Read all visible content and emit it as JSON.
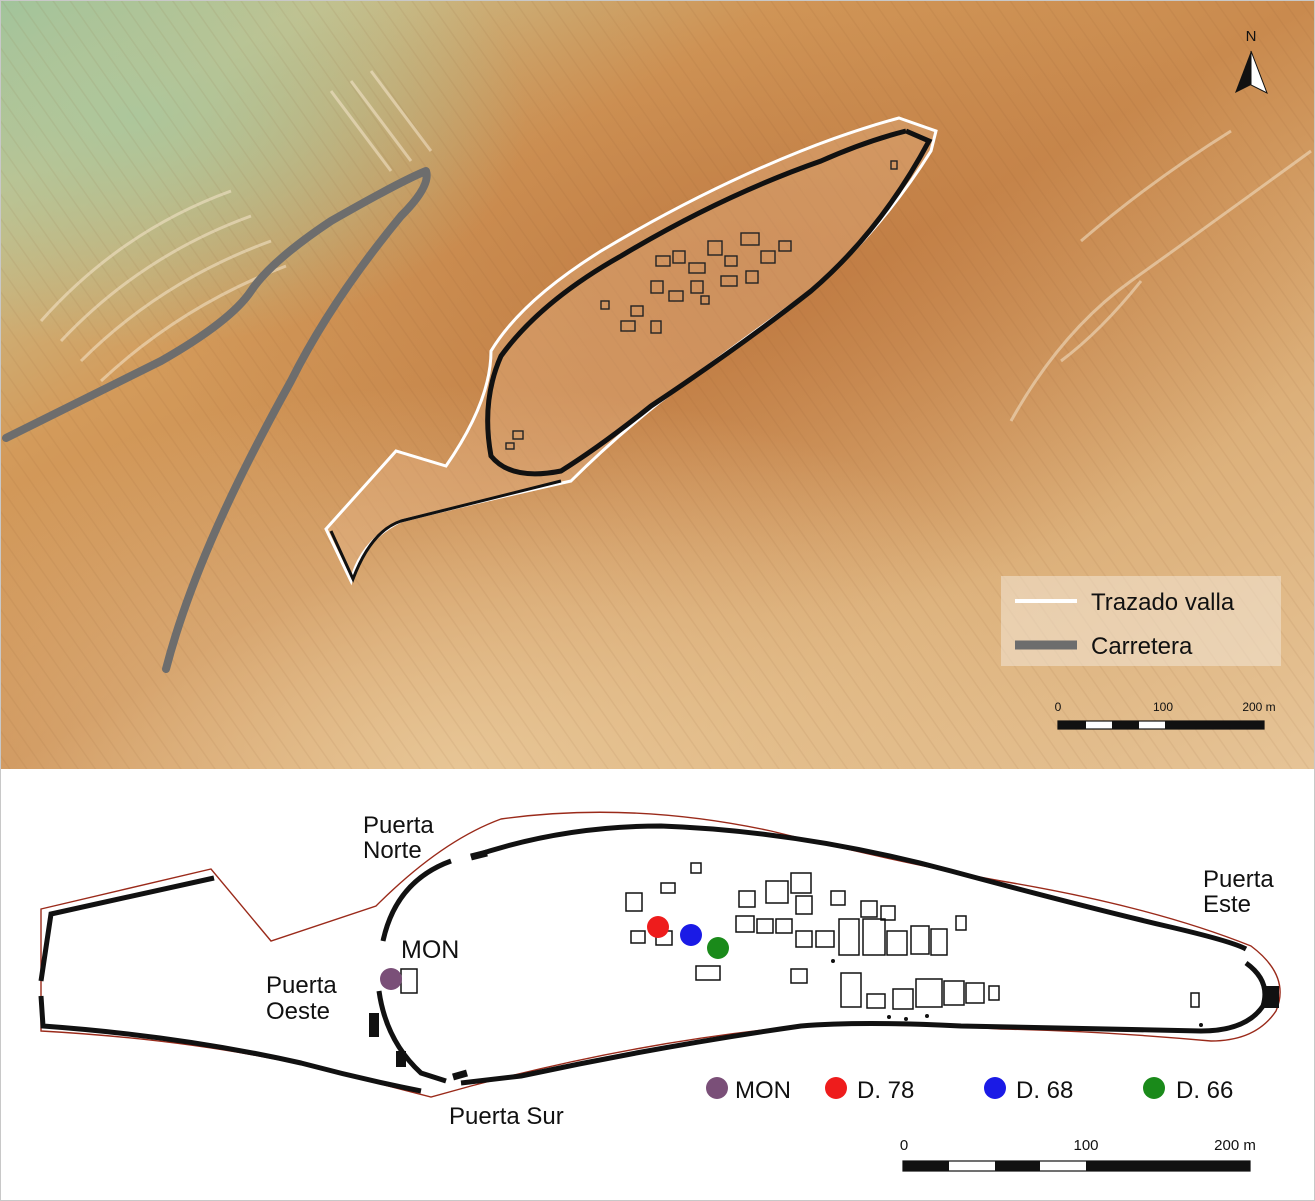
{
  "top_map": {
    "north_label": "N",
    "legend": {
      "items": [
        {
          "label": "Trazado valla",
          "color": "#ffffff"
        },
        {
          "label": "Carretera",
          "color": "#6d6d6d"
        }
      ]
    },
    "scale": {
      "ticks": [
        "0",
        "100",
        "200 m"
      ]
    }
  },
  "bottom_plan": {
    "gates": {
      "north": [
        "Puerta",
        "Norte"
      ],
      "west": [
        "Puerta",
        "Oeste"
      ],
      "south": "Puerta Sur",
      "east": [
        "Puerta",
        "Este"
      ]
    },
    "mon_label": "MON",
    "points": [
      {
        "label": "MON",
        "color": "#7a4f78"
      },
      {
        "label": "D. 78",
        "color": "#ee1c1c"
      },
      {
        "label": "D. 68",
        "color": "#1a1ae6"
      },
      {
        "label": "D. 66",
        "color": "#1a8a1a"
      }
    ],
    "scale": {
      "ticks": [
        "0",
        "100",
        "200 m"
      ]
    }
  }
}
